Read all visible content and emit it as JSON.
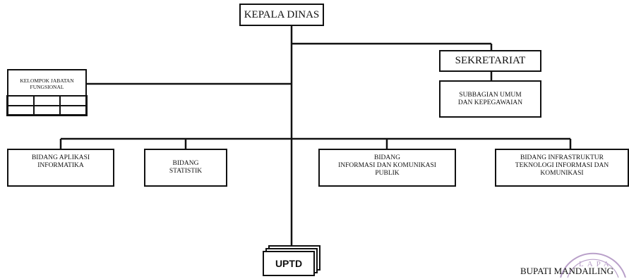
{
  "org": {
    "head": "KEPALA DINAS",
    "secretariat": "SEKRETARIAT",
    "subsection": "SUBBAGIAN UMUM\nDAN KEPEGAWAIAN",
    "functional_group": "KELOMPOK  JABATAN\nFUNGSIONAL",
    "divisions": [
      "BIDANG APLIKASI\nINFORMATIKA",
      "BIDANG\nSTATISTIK",
      "BIDANG\nINFORMASI DAN KOMUNIKASI\nPUBLIK",
      "BIDANG INFRASTRUKTUR\nTEKNOLOGI INFORMASI DAN\nKOMUNIKASI"
    ],
    "unit": "UPTD"
  },
  "footer": {
    "signature_text": "BUPATI MANDAILING",
    "stamp_text": "LAPA"
  },
  "colors": {
    "line": "#111111",
    "stamp": "#b9a0c9"
  }
}
